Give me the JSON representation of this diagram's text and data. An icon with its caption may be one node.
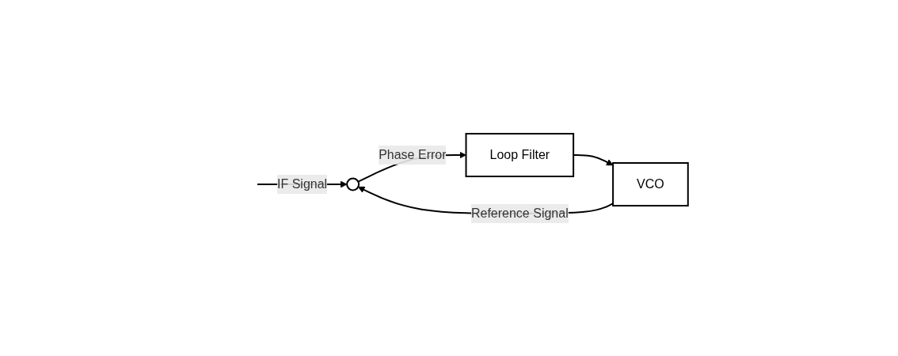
{
  "diagram": {
    "nodes": [
      {
        "text": [],
        "shape": "circle"
      },
      {
        "text": [
          "Loop Filter"
        ]
      },
      {
        "text": [
          "VCO"
        ]
      }
    ],
    "edges": [
      {
        "from": null,
        "to": 0,
        "arrow": "to",
        "label": "IF Signal"
      },
      {
        "from": 0,
        "to": 1,
        "arrow": "to",
        "label": "Phase Error"
      },
      {
        "from": 1,
        "to": 2,
        "arrow": "to"
      },
      {
        "from": 2,
        "to": 0,
        "arrow": "to",
        "label": "Reference Signal"
      }
    ]
  }
}
